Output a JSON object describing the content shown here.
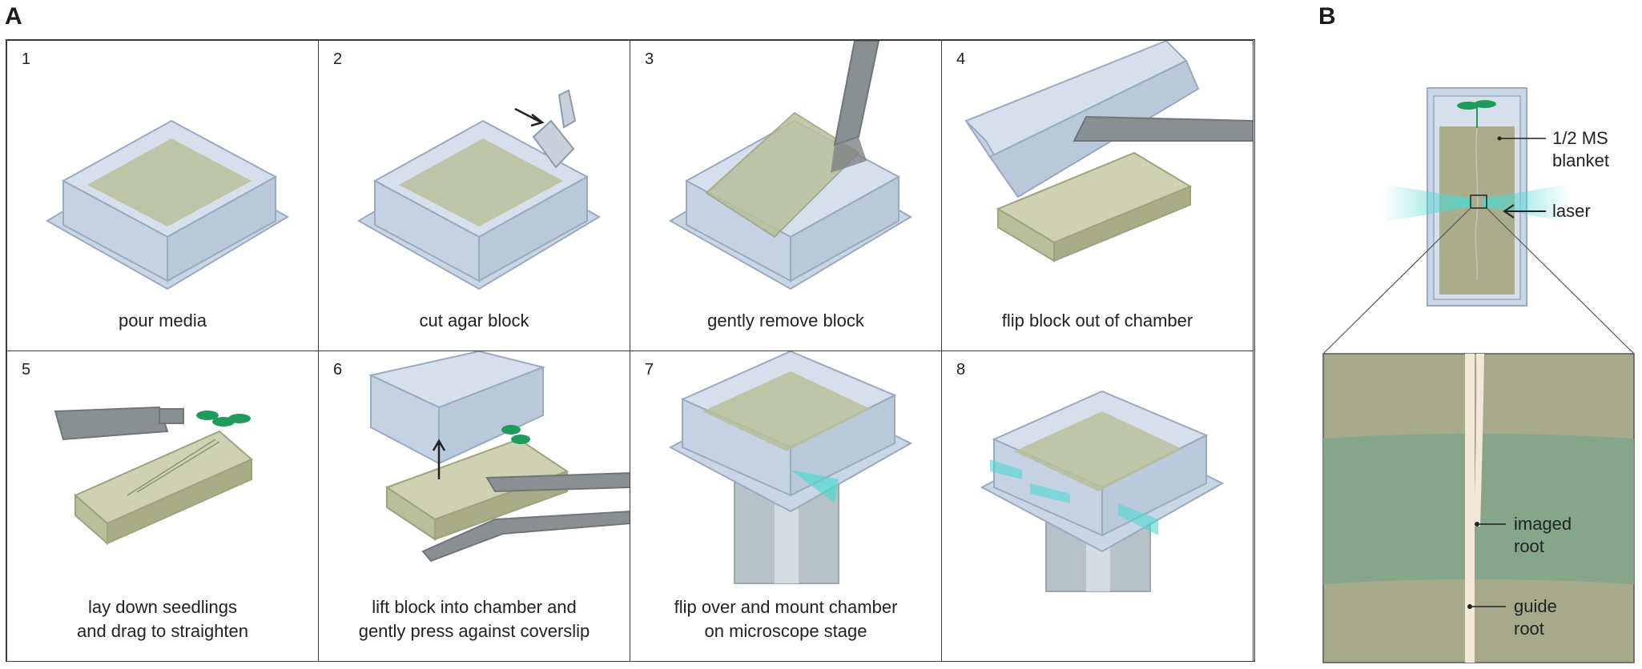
{
  "panel_a": {
    "letter": "A",
    "steps": [
      {
        "number": "1",
        "caption": "pour media"
      },
      {
        "number": "2",
        "caption": "cut agar block"
      },
      {
        "number": "3",
        "caption": "gently remove block"
      },
      {
        "number": "4",
        "caption": "flip block out of chamber"
      },
      {
        "number": "5",
        "caption": "lay down seedlings\nand drag to straighten"
      },
      {
        "number": "6",
        "caption": "lift block into chamber and\ngently press against coverslip"
      },
      {
        "number": "7",
        "caption": "flip over and mount chamber\non microscope stage"
      },
      {
        "number": "8",
        "caption": ""
      }
    ]
  },
  "panel_b": {
    "letter": "B",
    "labels": {
      "blanket_line1": "1/2 MS",
      "blanket_line2": "blanket",
      "laser": "laser",
      "imaged_line1": "imaged",
      "imaged_line2": "root",
      "guide_line1": "guide",
      "guide_line2": "root"
    }
  },
  "colors": {
    "chamber_fill": "#c9d6e6",
    "chamber_edge": "#9aaabd",
    "agar": "#b9bf9a",
    "agar_dark": "#9ea27e",
    "tool": "#8a8f92",
    "laser": "#4fd8cf",
    "plant": "#1f9b5c",
    "root": "#f3e8d8"
  }
}
